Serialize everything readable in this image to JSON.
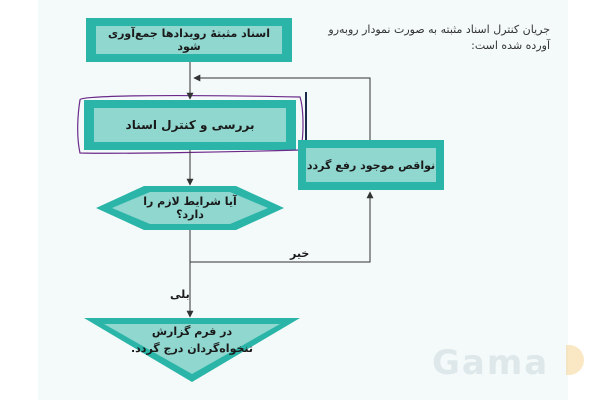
{
  "note_text": "جریان کنترل اسناد مثبته به صورت نمودار روبه‌رو آورده شده است:",
  "nodes": {
    "collect": "اسناد مثبتهٔ رویدادها جمع‌آوری شود",
    "review": "بررسی و کنترل اسناد",
    "fix": "نواقص موجود رفع گردد",
    "decision": "آیا شرایط لازم را دارد؟",
    "record": "در فرم گزارش تنخواه‌گردان درج گردد."
  },
  "edges": {
    "no": "خیر",
    "yes": "بلی"
  },
  "watermark": "Gama",
  "colors": {
    "box_fill": "#2bb5a8",
    "box_inner": "#8fd7cf",
    "line": "#333333",
    "highlight": "#6b2a8a"
  }
}
